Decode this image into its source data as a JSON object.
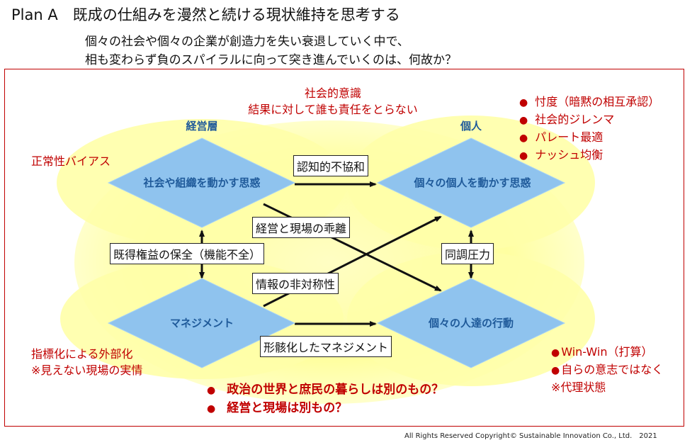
{
  "title": "Plan A　既成の仕組みを漫然と続ける現状維持を思考する",
  "subtitle_1": "個々の社会や個々の企業が創造力を失い衰退していく中で、",
  "subtitle_2": "相も変わらず負のスパイラルに向って突き進んでいくのは、何故か？",
  "top_center": {
    "line1": "社会的意識",
    "line2": "結果に対して誰も責任をとらない"
  },
  "left_label_top": "正常性バイアス",
  "left_label_bottom_1": "指標化による外部化",
  "left_label_bottom_2": "※見えない現場の実情",
  "column_labels": {
    "management_level": "経営層",
    "individual": "個人"
  },
  "diamonds": {
    "top_left": "社会や組織を動かす思惑",
    "top_right": "個々の個人を動かす思惑",
    "bottom_left": "マネジメント",
    "bottom_right": "個々の人達の行動"
  },
  "connector_labels": {
    "cognitive_dissonance": "認知的不協和",
    "divergence": "経営と現場の乖離",
    "vested_interest": "既得権益の保全（機能不全）",
    "peer_pressure": "同調圧力",
    "info_asymmetry": "情報の非対称性",
    "hollow_management": "形骸化したマネジメント"
  },
  "right_bullets_top": [
    "忖度（暗黙の相互承認）",
    "社会的ジレンマ",
    "パレート最適",
    "ナッシュ均衡"
  ],
  "right_bullets_bottom": [
    "Win-Win（打算）",
    "自らの意志ではなく"
  ],
  "right_bullets_bottom_note": "※代理状態",
  "bottom_bullets": [
    "政治の世界と庶民の暮らしは別のもの？",
    "経営と現場は別もの？"
  ],
  "bullet_glyph": "●",
  "copyright": "All Rights Reserved Copyright© Sustainable Innovation Co., Ltd.　2021",
  "colors": {
    "accent_red": "#c00000",
    "diamond_fill": "#8fc3ee",
    "diamond_text": "#1f5a9a",
    "glow": "#ffffa8",
    "column_label_blue": "#1f5a9a"
  }
}
